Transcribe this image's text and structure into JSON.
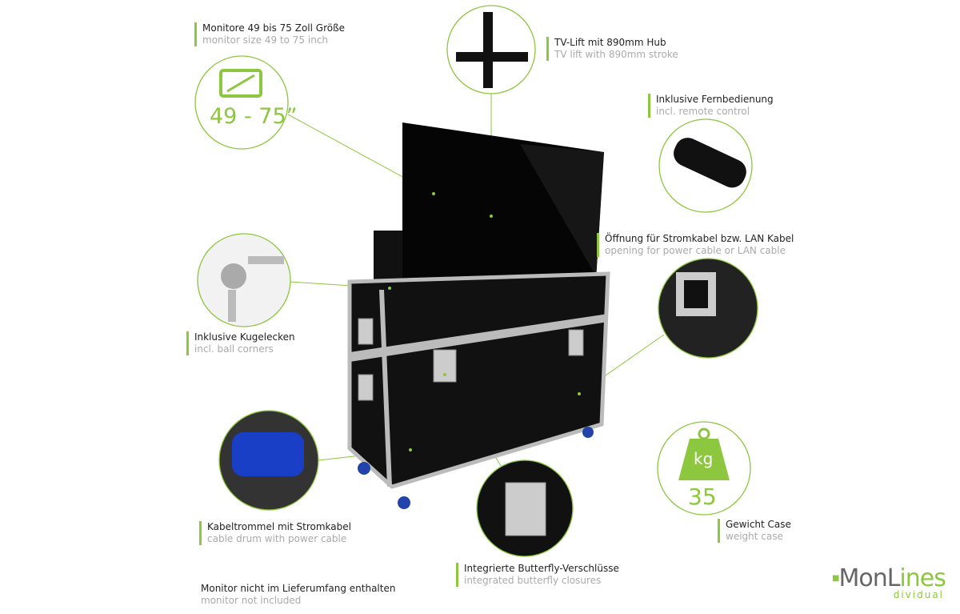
{
  "features": [
    {
      "de": "Monitore 49 bis 75 Zoll Größe",
      "en": "monitor size 49 to 75 inch"
    },
    {
      "de": "TV-Lift mit 890mm Hub",
      "en": "TV lift with 890mm stroke"
    },
    {
      "de": "Inklusive Fernbedienung",
      "en": "incl. remote control"
    },
    {
      "de": "Öffnung für Stromkabel bzw. LAN Kabel",
      "en": "opening for power cable or LAN cable"
    },
    {
      "de": "Inklusive Kugelecken",
      "en": "incl. ball corners"
    },
    {
      "de": "Kabeltrommel mit Stromkabel",
      "en": "cable drum with power cable"
    },
    {
      "de": "Integrierte Butterfly-Verschlüsse",
      "en": "integrated butterfly closures"
    },
    {
      "de": "Gewicht Case",
      "en": "weight case"
    },
    {
      "de": "Monitor nicht im Lieferumfang enthalten",
      "en": "monitor not included"
    }
  ],
  "size_badge": "49 - 75”",
  "weight_badge": {
    "unit": "kg",
    "value": "35"
  },
  "logo": {
    "main_a": "MonL",
    "main_b": "ines",
    "sub": "dividual"
  },
  "colors": {
    "accent": "#8dc63f"
  }
}
